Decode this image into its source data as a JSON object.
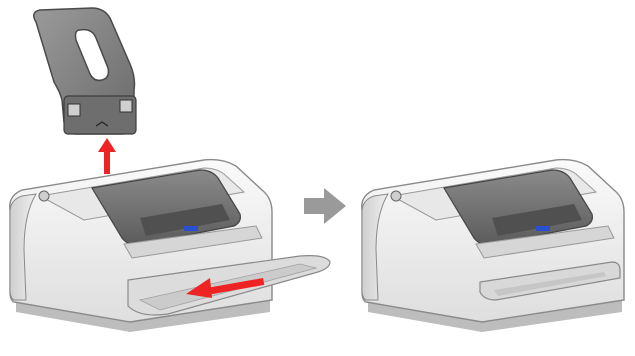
{
  "diagram": {
    "kind": "printer-maintenance-illustration",
    "steps": [
      {
        "id": "before",
        "parts": [
          "paper-support",
          "printer",
          "output-tray-extended"
        ],
        "actions": [
          "lift-up-arrow",
          "push-in-arrow"
        ]
      },
      {
        "id": "after",
        "parts": [
          "printer",
          "output-tray-closed"
        ]
      }
    ],
    "transition": "next-step-arrow",
    "colors": {
      "printer_body": "#f2f2f2",
      "printer_outline": "#8a8a8a",
      "cover_dark": "#6d6d6d",
      "cover_shade": "#555555",
      "support_gray": "#7d7d7d",
      "indicator_blue": "#2a4fd0",
      "action_arrow": "#ee2424",
      "transition_arrow": "#9a9a9a"
    },
    "icons": [
      "red-up-arrow-icon",
      "red-push-arrow-icon",
      "gray-right-arrow-icon",
      "blue-indicator-icon"
    ]
  }
}
